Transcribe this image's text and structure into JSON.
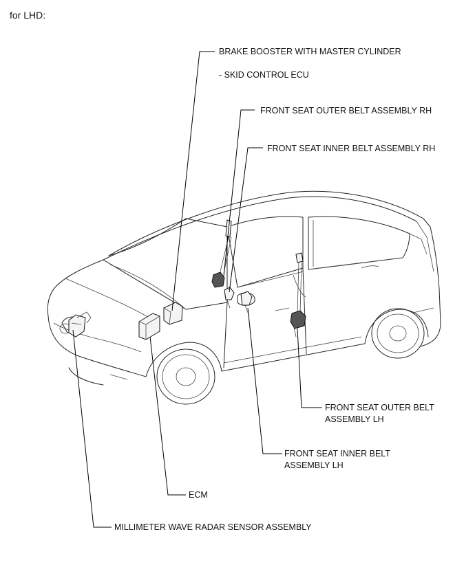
{
  "header": {
    "text": "for LHD:"
  },
  "labels": {
    "brake_booster": "BRAKE BOOSTER WITH MASTER CYLINDER",
    "skid_control": "- SKID CONTROL ECU",
    "front_seat_outer_rh": "FRONT SEAT OUTER BELT ASSEMBLY RH",
    "front_seat_inner_rh": "FRONT SEAT INNER BELT ASSEMBLY RH",
    "front_seat_outer_lh_line1": "FRONT SEAT OUTER BELT",
    "front_seat_outer_lh_line2": "ASSEMBLY LH",
    "front_seat_inner_lh_line1": "FRONT SEAT INNER BELT",
    "front_seat_inner_lh_line2": "ASSEMBLY LH",
    "ecm": "ECM",
    "radar_sensor": "MILLIMETER WAVE RADAR SENSOR ASSEMBLY"
  },
  "colors": {
    "line": "#000000",
    "background": "#ffffff"
  }
}
